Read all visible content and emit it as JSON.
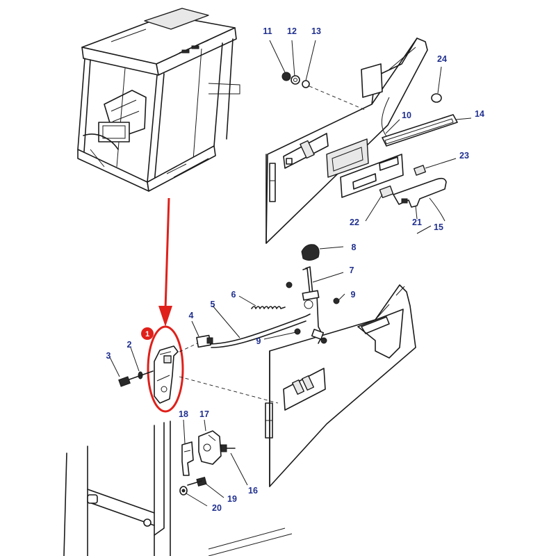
{
  "colors": {
    "callout_text": "#1f2f8f",
    "highlight_red": "#e0201a",
    "line": "#1a1a1a"
  },
  "highlight": {
    "badge": "1"
  },
  "callouts": {
    "c1": "1",
    "c2": "2",
    "c3": "3",
    "c4": "4",
    "c5": "5",
    "c6": "6",
    "c7": "7",
    "c8": "8",
    "c9a": "9",
    "c9b": "9",
    "c10": "10",
    "c11": "11",
    "c12": "12",
    "c13": "13",
    "c14": "14",
    "c15": "15",
    "c16": "16",
    "c17": "17",
    "c18": "18",
    "c19": "19",
    "c20": "20",
    "c21": "21",
    "c22": "22",
    "c23": "23",
    "c24": "24"
  }
}
